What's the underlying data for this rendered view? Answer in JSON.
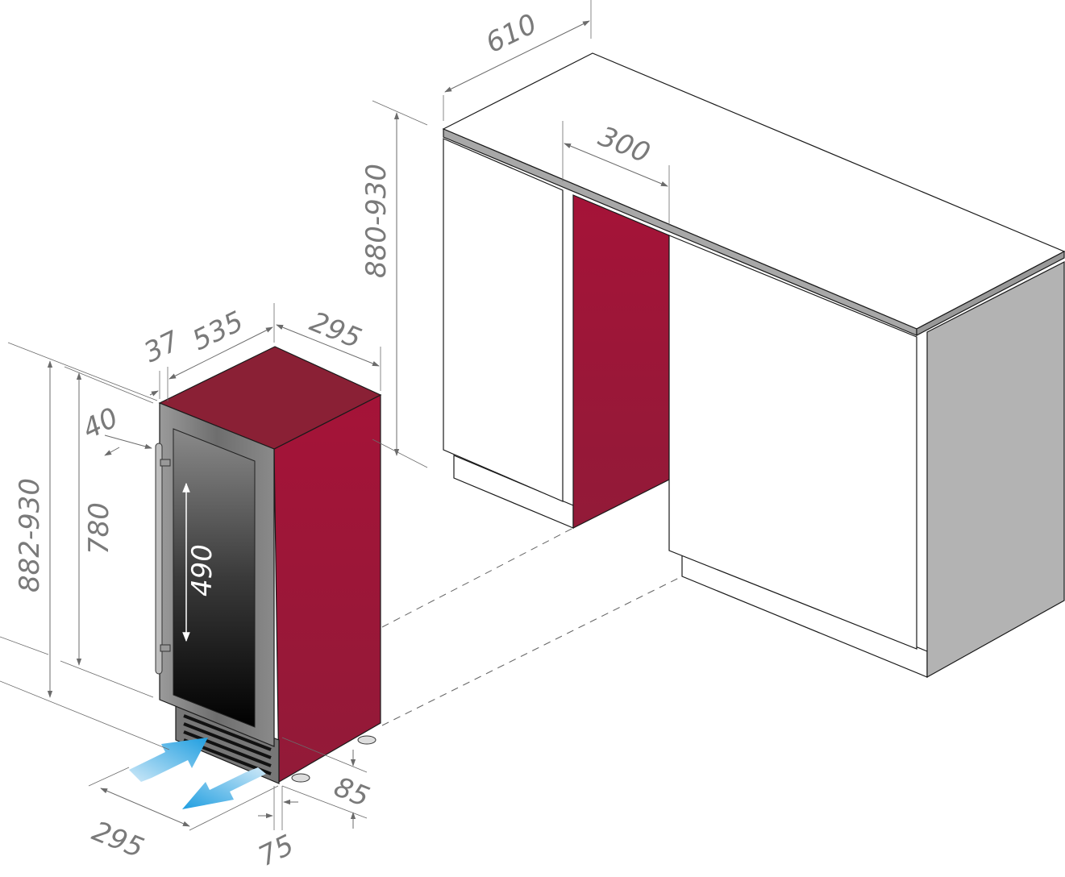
{
  "dimensions": {
    "cabinet_depth": "610",
    "niche_width": "300",
    "niche_height": "880-930",
    "door_offset": "37",
    "cooler_depth": "535",
    "cooler_width_top": "295",
    "handle_offset": "40",
    "cooler_height": "882-930",
    "cooler_body_height": "780",
    "glass_height": "490",
    "plinth_height": "85",
    "cooler_width_bottom": "295",
    "plinth_depth": "75"
  },
  "colors": {
    "cooler_red": "#a01438",
    "cooler_top": "#8a2035",
    "cabinet_side": "#b3b3b3",
    "airflow_blue": "#2aa3e0",
    "dimension_grey": "#7a7a7a"
  }
}
